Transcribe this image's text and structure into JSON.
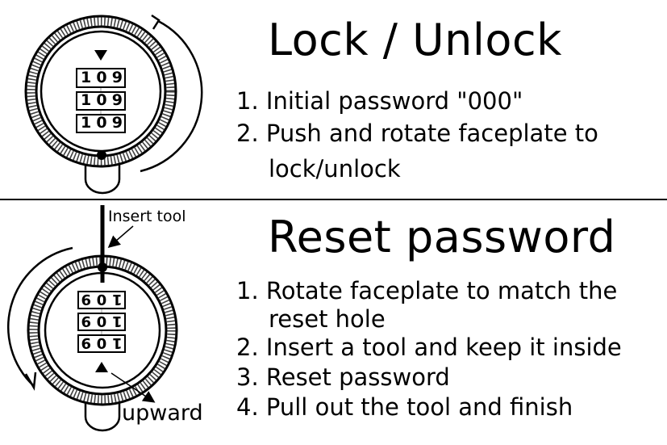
{
  "lock_section": {
    "title": "Lock / Unlock",
    "steps": [
      "1. Initial password \"000\"",
      "2. Push and rotate faceplate to",
      "lock/unlock"
    ],
    "dial_digits": [
      "1",
      "0",
      "9"
    ]
  },
  "reset_section": {
    "title": "Reset password",
    "steps": [
      "1. Rotate faceplate to match the",
      "reset hole",
      "2. Insert a tool and keep it inside",
      "3. Reset password",
      "4. Pull out the tool and finish"
    ],
    "label_insert_tool": "Insert tool",
    "label_upward": "upward",
    "dial_digits": [
      "1",
      "0",
      "9"
    ],
    "dial_orientation": "upside-down"
  },
  "icons": [
    "combination-lock-icon",
    "rotate-arrow-icon",
    "insert-tool-icon"
  ],
  "colors": {
    "ink": "#000000",
    "background": "#ffffff"
  }
}
